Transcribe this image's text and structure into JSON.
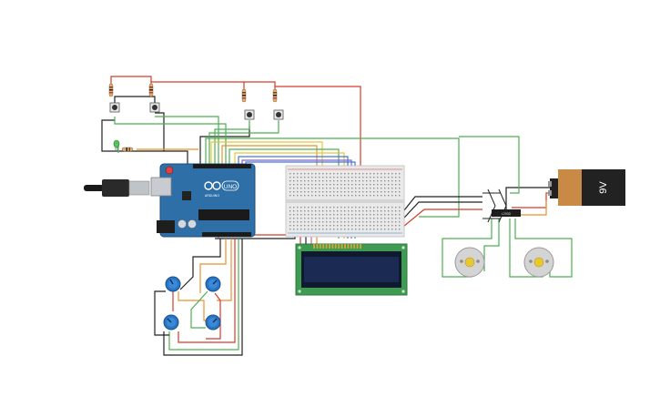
{
  "board": {
    "name": "Arduino UNO board",
    "logo_text": "UNO",
    "brand_text": "ARDUINO",
    "chip_label": "",
    "colors": {
      "pcb": "#2f6fa8",
      "header": "#1b1b1b"
    }
  },
  "battery": {
    "voltage_label": "9V",
    "colors": {
      "body": "#c98a45",
      "cap": "#222222"
    }
  },
  "driver_module": {
    "chip_label": "L293D"
  },
  "lcd": {
    "colors": {
      "pcb": "#3f9a52",
      "screen": "#1b2a52"
    }
  },
  "wire_colors": {
    "red": "#d33a2c",
    "black": "#222222",
    "green": "#4caf50",
    "orange": "#e8912f",
    "yellow": "#e8c830",
    "blue": "#3a7bd5",
    "purple": "#8e5bd0",
    "pink": "#e05fa0"
  }
}
